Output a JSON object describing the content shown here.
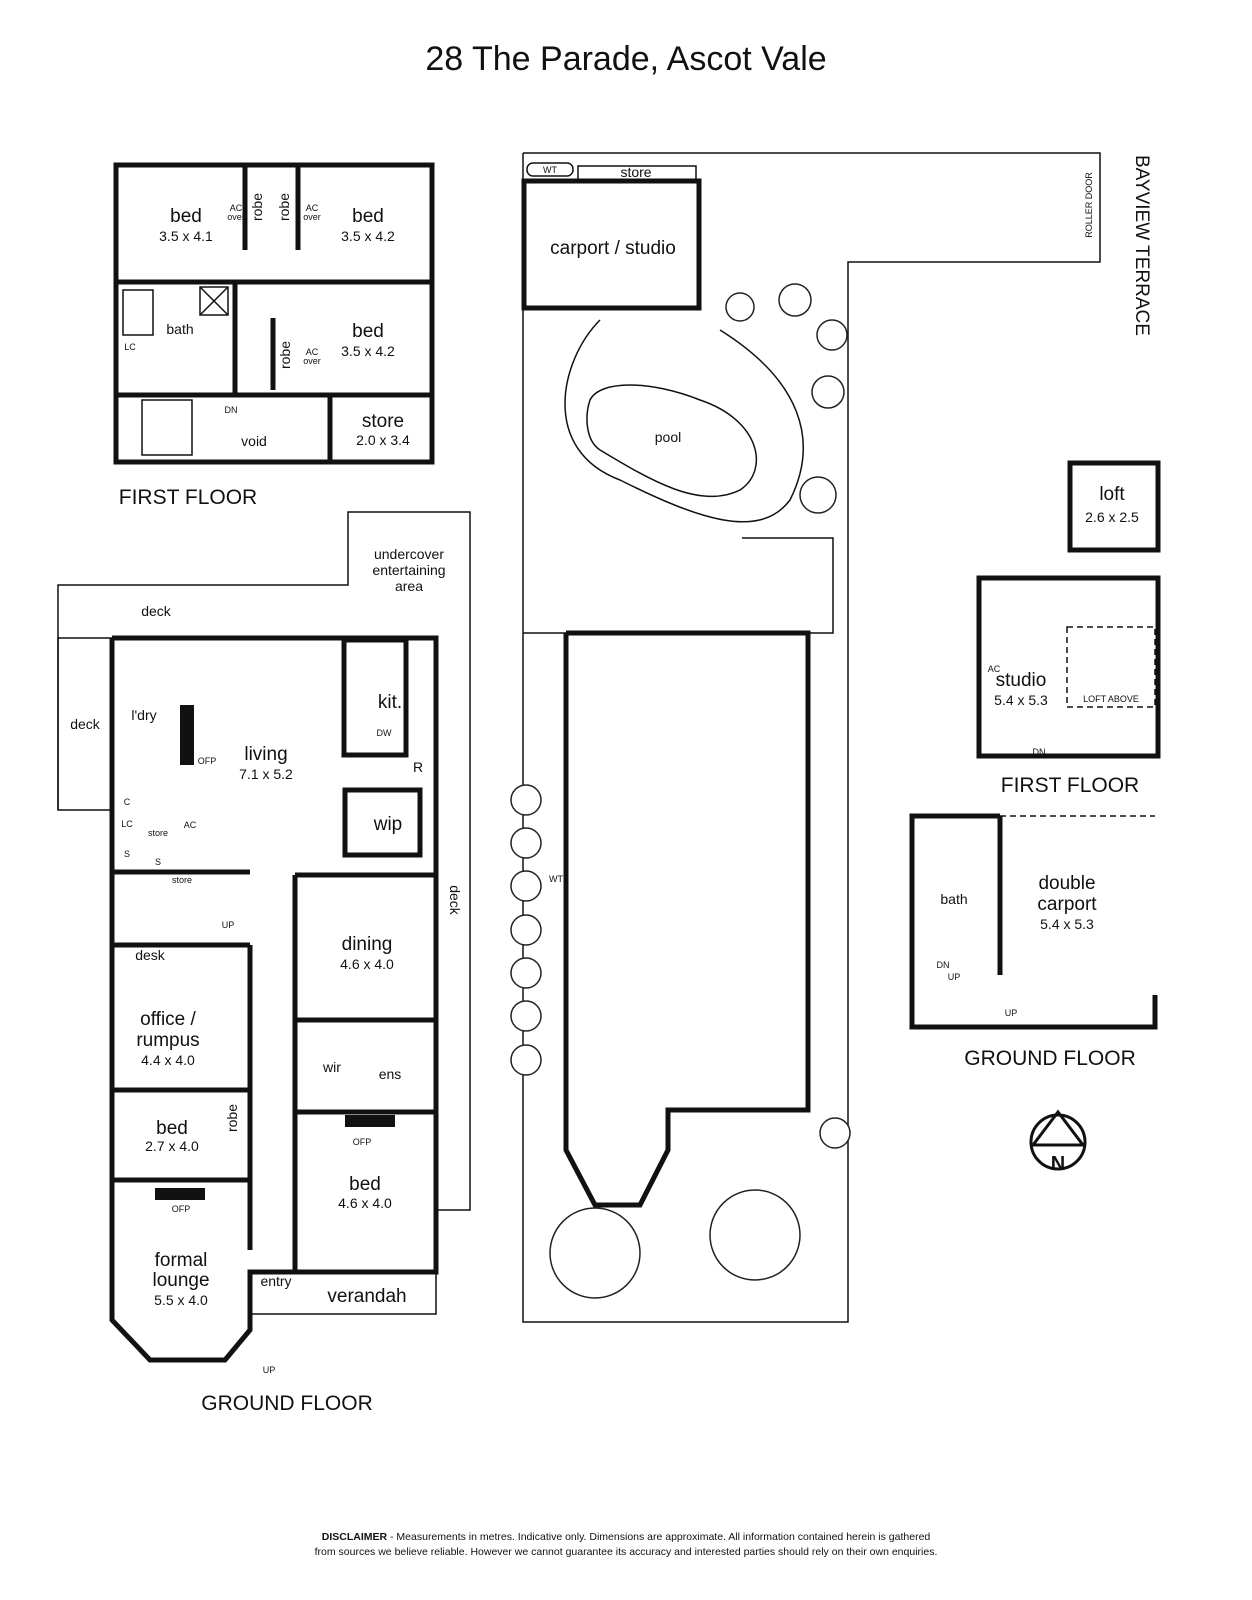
{
  "title": "28 The Parade, Ascot Vale",
  "street_side": "BAYVIEW TERRACE",
  "first_floor": {
    "heading": "FIRST FLOOR",
    "rooms": [
      {
        "name": "bed",
        "dim": "3.5 x 4.1"
      },
      {
        "name": "bed",
        "dim": "3.5 x 4.2"
      },
      {
        "name": "bed",
        "dim": "3.5 x 4.2"
      },
      {
        "name": "store",
        "dim": "2.0 x 3.4"
      }
    ],
    "labels": {
      "bath": "bath",
      "void": "void",
      "lc": "LC",
      "robe": "robe",
      "ac": "AC",
      "over": "over",
      "dn": "DN"
    }
  },
  "ground_floor": {
    "heading": "GROUND FLOOR",
    "rooms": [
      {
        "name": "living",
        "dim": "7.1 x 5.2"
      },
      {
        "name": "dining",
        "dim": "4.6 x 4.0"
      },
      {
        "name": "office / rumpus",
        "line1": "office /",
        "line2": "rumpus",
        "dim": "4.4 x 4.0"
      },
      {
        "name": "bed",
        "dim": "2.7 x 4.0"
      },
      {
        "name": "bed",
        "dim": "4.6 x 4.0"
      },
      {
        "name": "formal lounge",
        "line1": "formal",
        "line2": "lounge",
        "dim": "5.5 x 4.0"
      }
    ],
    "labels": {
      "deck": "deck",
      "undercover1": "undercover",
      "undercover2": "entertaining",
      "undercover3": "area",
      "laundry": "l'dry",
      "kitchen": "kit.",
      "wip": "wip",
      "r": "R",
      "dw": "DW",
      "ofp": "OFP",
      "store": "store",
      "c": "C",
      "lc": "LC",
      "s": "S",
      "ac": "AC",
      "up": "UP",
      "desk": "desk",
      "wir": "wir",
      "ens": "ens",
      "entry": "entry",
      "verandah": "verandah",
      "robe": "robe"
    }
  },
  "site": {
    "labels": {
      "wt": "WT",
      "store": "store",
      "carport_studio": "carport / studio",
      "pool": "pool",
      "roller_door": "ROLLER DOOR"
    }
  },
  "outbuilding": {
    "loft": {
      "name": "loft",
      "dim": "2.6 x 2.5"
    },
    "first_floor": {
      "heading": "FIRST FLOOR",
      "name": "studio",
      "dim": "5.4 x 5.3",
      "loft_above": "LOFT ABOVE",
      "ac": "AC",
      "dn": "DN"
    },
    "ground_floor": {
      "heading": "GROUND FLOOR",
      "carport1": "double",
      "carport2": "carport",
      "dim": "5.4 x 5.3",
      "bath": "bath",
      "dn": "DN",
      "up": "UP"
    }
  },
  "compass": {
    "label": "N"
  },
  "disclaimer": {
    "bold": "DISCLAIMER",
    "line1": " - Measurements in metres. Indicative only. Dimensions are approximate. All information contained herein is gathered",
    "line2": "from sources we believe reliable. However we cannot guarantee its accuracy and interested parties should rely on their own enquiries."
  }
}
